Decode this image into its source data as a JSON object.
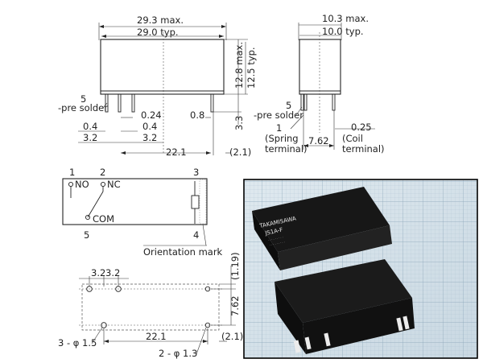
{
  "front_view": {
    "width_max": "29.3 max.",
    "width_typ": "29.0 typ.",
    "height_max": "12.8 max.",
    "height_typ": "12.5 typ.",
    "pin_note_num": "5",
    "pin_note_text": "-pre solder",
    "dim_0_24": "0.24",
    "dim_0_8": "0.8",
    "dim_0_4_left": "0.4",
    "dim_0_4_mid": "0.4",
    "dim_3_2_left": "3.2",
    "dim_3_2_mid": "3.2",
    "dim_22_1": "22.1",
    "dim_3_3": "3.3",
    "dim_2_1": "(2.1)"
  },
  "side_view": {
    "width_max": "10.3 max.",
    "width_typ": "10.0 typ.",
    "pin_note_num": "5",
    "pin_note_text": "-pre solder",
    "spring_num": "1",
    "spring_label_1": "(Spring",
    "spring_label_2": "terminal)",
    "dim_7_62": "7.62",
    "dim_0_25": "0.25",
    "coil_label_1": "(Coil",
    "coil_label_2": "terminal)"
  },
  "schematic": {
    "pin1": "1",
    "pin2": "2",
    "pin3": "3",
    "pin4": "4",
    "pin5": "5",
    "no_label": "NO",
    "nc_label": "NC",
    "com_label": "COM",
    "orientation_label": "Orientation mark"
  },
  "footprint": {
    "dim_3_2_a": "3.2",
    "dim_3_2_b": "3.2",
    "dim_1_19": "(1.19)",
    "dim_7_62": "7.62",
    "dim_22_1": "22.1",
    "dim_2_1": "(2.1)",
    "hole_a": "3 - φ 1.5",
    "hole_b": "2 - φ 1.3"
  },
  "photo": {
    "brand": "TAKAMISAWA",
    "model": "JS1A-F",
    "alt": "Photo of two black relay components on graph paper"
  }
}
